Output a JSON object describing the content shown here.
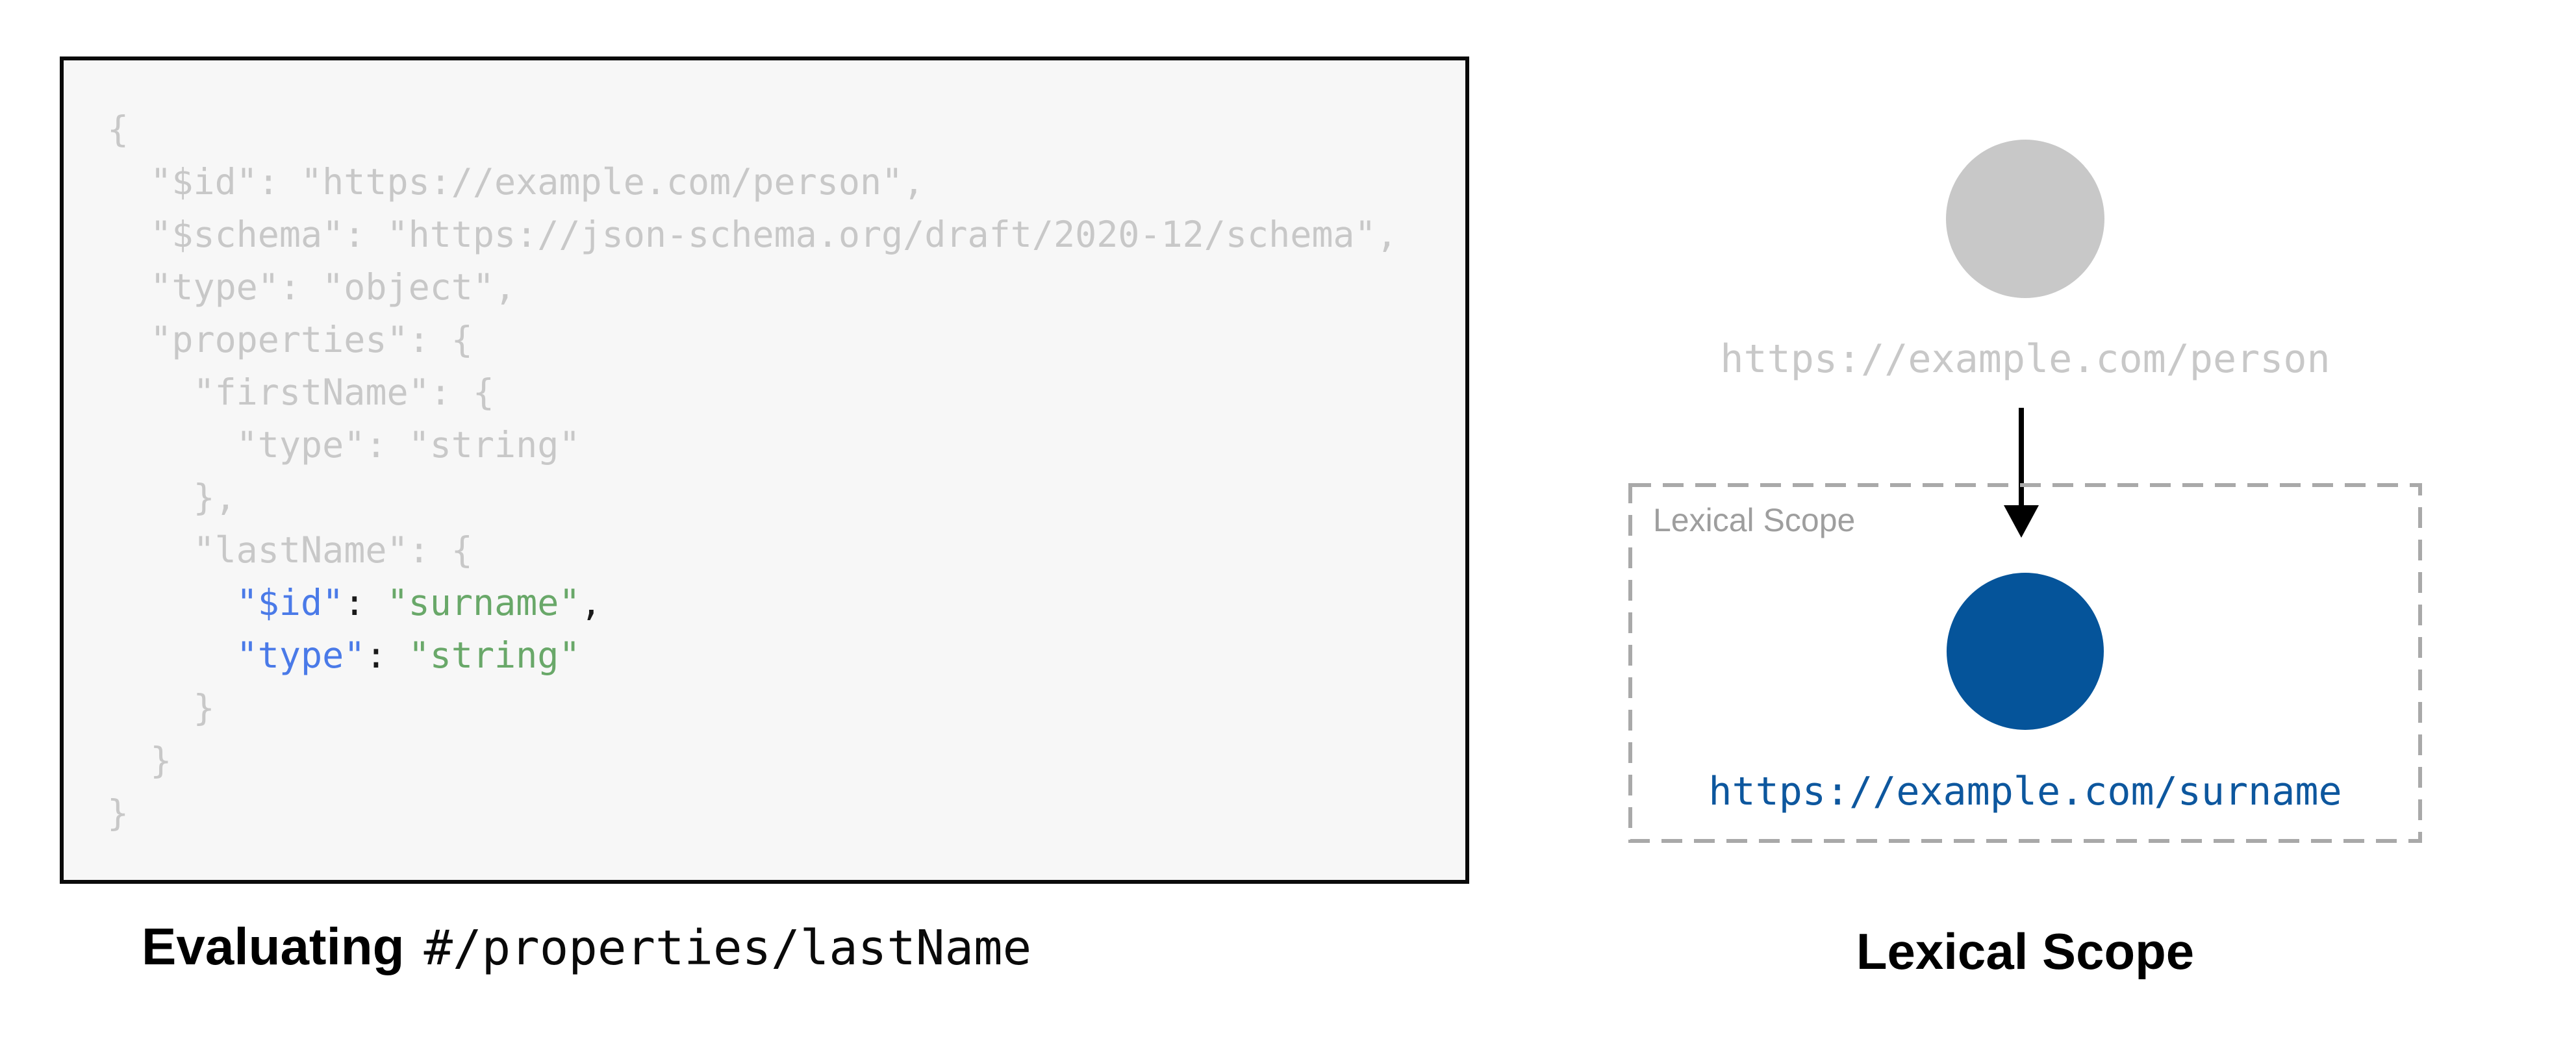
{
  "code_panel": {
    "lines": [
      [
        {
          "t": "{",
          "c": "g"
        }
      ],
      [
        {
          "t": "  \"$id\": \"https://example.com/person\",",
          "c": "g"
        }
      ],
      [
        {
          "t": "  \"$schema\": \"https://json-schema.org/draft/2020-12/schema\",",
          "c": "g"
        }
      ],
      [
        {
          "t": "  \"type\": \"object\",",
          "c": "g"
        }
      ],
      [
        {
          "t": "  \"properties\": {",
          "c": "g"
        }
      ],
      [
        {
          "t": "    \"firstName\": {",
          "c": "g"
        }
      ],
      [
        {
          "t": "      \"type\": \"string\"",
          "c": "g"
        }
      ],
      [
        {
          "t": "    },",
          "c": "g"
        }
      ],
      [
        {
          "t": "    \"lastName\": {",
          "c": "g"
        }
      ],
      [
        {
          "t": "      ",
          "c": "g"
        },
        {
          "t": "\"$id\"",
          "c": "b"
        },
        {
          "t": ": ",
          "c": "k"
        },
        {
          "t": "\"surname\"",
          "c": "n"
        },
        {
          "t": ",",
          "c": "k"
        }
      ],
      [
        {
          "t": "      ",
          "c": "g"
        },
        {
          "t": "\"type\"",
          "c": "b"
        },
        {
          "t": ": ",
          "c": "k"
        },
        {
          "t": "\"string\"",
          "c": "n"
        }
      ],
      [
        {
          "t": "    }",
          "c": "g"
        }
      ],
      [
        {
          "t": "  }",
          "c": "g"
        }
      ],
      [
        {
          "t": "}",
          "c": "g"
        }
      ]
    ]
  },
  "left_caption": {
    "bold_text": "Evaluating",
    "path_text": "#/properties/lastName"
  },
  "diagram": {
    "parent_uri": "https://example.com/person",
    "scope_box_label": "Lexical Scope",
    "child_uri": "https://example.com/surname"
  },
  "right_caption": {
    "text": "Lexical Scope"
  },
  "colors": {
    "code_panel_bg": "#f7f7f7",
    "code_panel_border": "#0a0a0a",
    "code_muted_gray": "#c8c8c8",
    "code_key_blue": "#4a7ae8",
    "code_string_green": "#69a869",
    "code_punct_black": "#1a1a1a",
    "inactive_node_gray": "#c8c8c8",
    "active_node_blue": "#05549a",
    "active_uri_blue": "#0d579e",
    "scope_border_gray": "#a9a9a9",
    "scope_label_gray": "#9e9e9e",
    "arrow_black": "#000000"
  }
}
